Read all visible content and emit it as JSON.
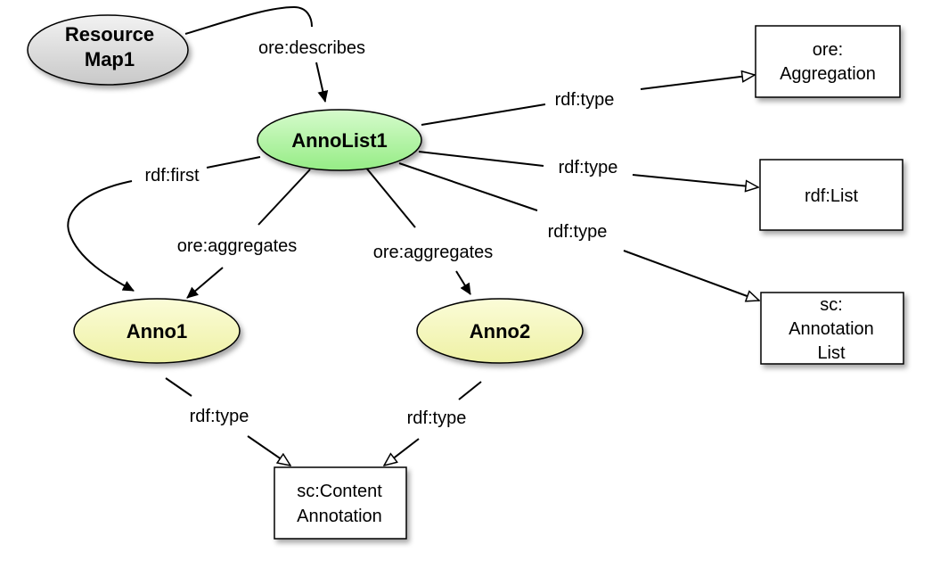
{
  "nodes": {
    "resource_map": {
      "line1": "Resource",
      "line2": "Map1"
    },
    "annolist": {
      "label": "AnnoList1"
    },
    "anno1": {
      "label": "Anno1"
    },
    "anno2": {
      "label": "Anno2"
    },
    "aggregation": {
      "line1": "ore:",
      "line2": "Aggregation"
    },
    "rdf_list": {
      "label": "rdf:List"
    },
    "annotation_list": {
      "line1": "sc:",
      "line2": "Annotation",
      "line3": "List"
    },
    "content_annotation": {
      "line1": "sc:Content",
      "line2": "Annotation"
    }
  },
  "edges": {
    "describes": "ore:describes",
    "type_aggregation": "rdf:type",
    "type_list": "rdf:type",
    "type_annotation_list": "rdf:type",
    "first": "rdf:first",
    "aggregates_anno1": "ore:aggregates",
    "aggregates_anno2": "ore:aggregates",
    "type_anno1": "rdf:type",
    "type_anno2": "rdf:type"
  },
  "colors": {
    "resource_map_fill": "#d9d9d9",
    "annolist_fill": "#b6f5a8",
    "anno_fill": "#f6f8bb",
    "stroke": "#000000"
  }
}
